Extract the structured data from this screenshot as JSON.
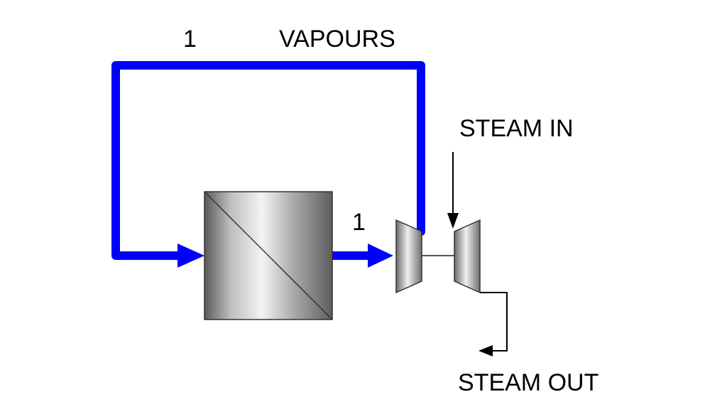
{
  "labels": {
    "vapour_stream_number": "1",
    "vapours": "VAPOURS",
    "feed_stream_number": "1",
    "steam_in": "STEAM IN",
    "steam_out": "STEAM OUT"
  },
  "colors": {
    "vapour_line": "#0000ff",
    "steam_line": "#000000",
    "equipment_stroke": "#333333",
    "background": "#ffffff"
  },
  "equipment": {
    "exchanger": "heat-exchanger-icon",
    "compressor": "compressor-icon",
    "turbine": "turbine-icon"
  }
}
